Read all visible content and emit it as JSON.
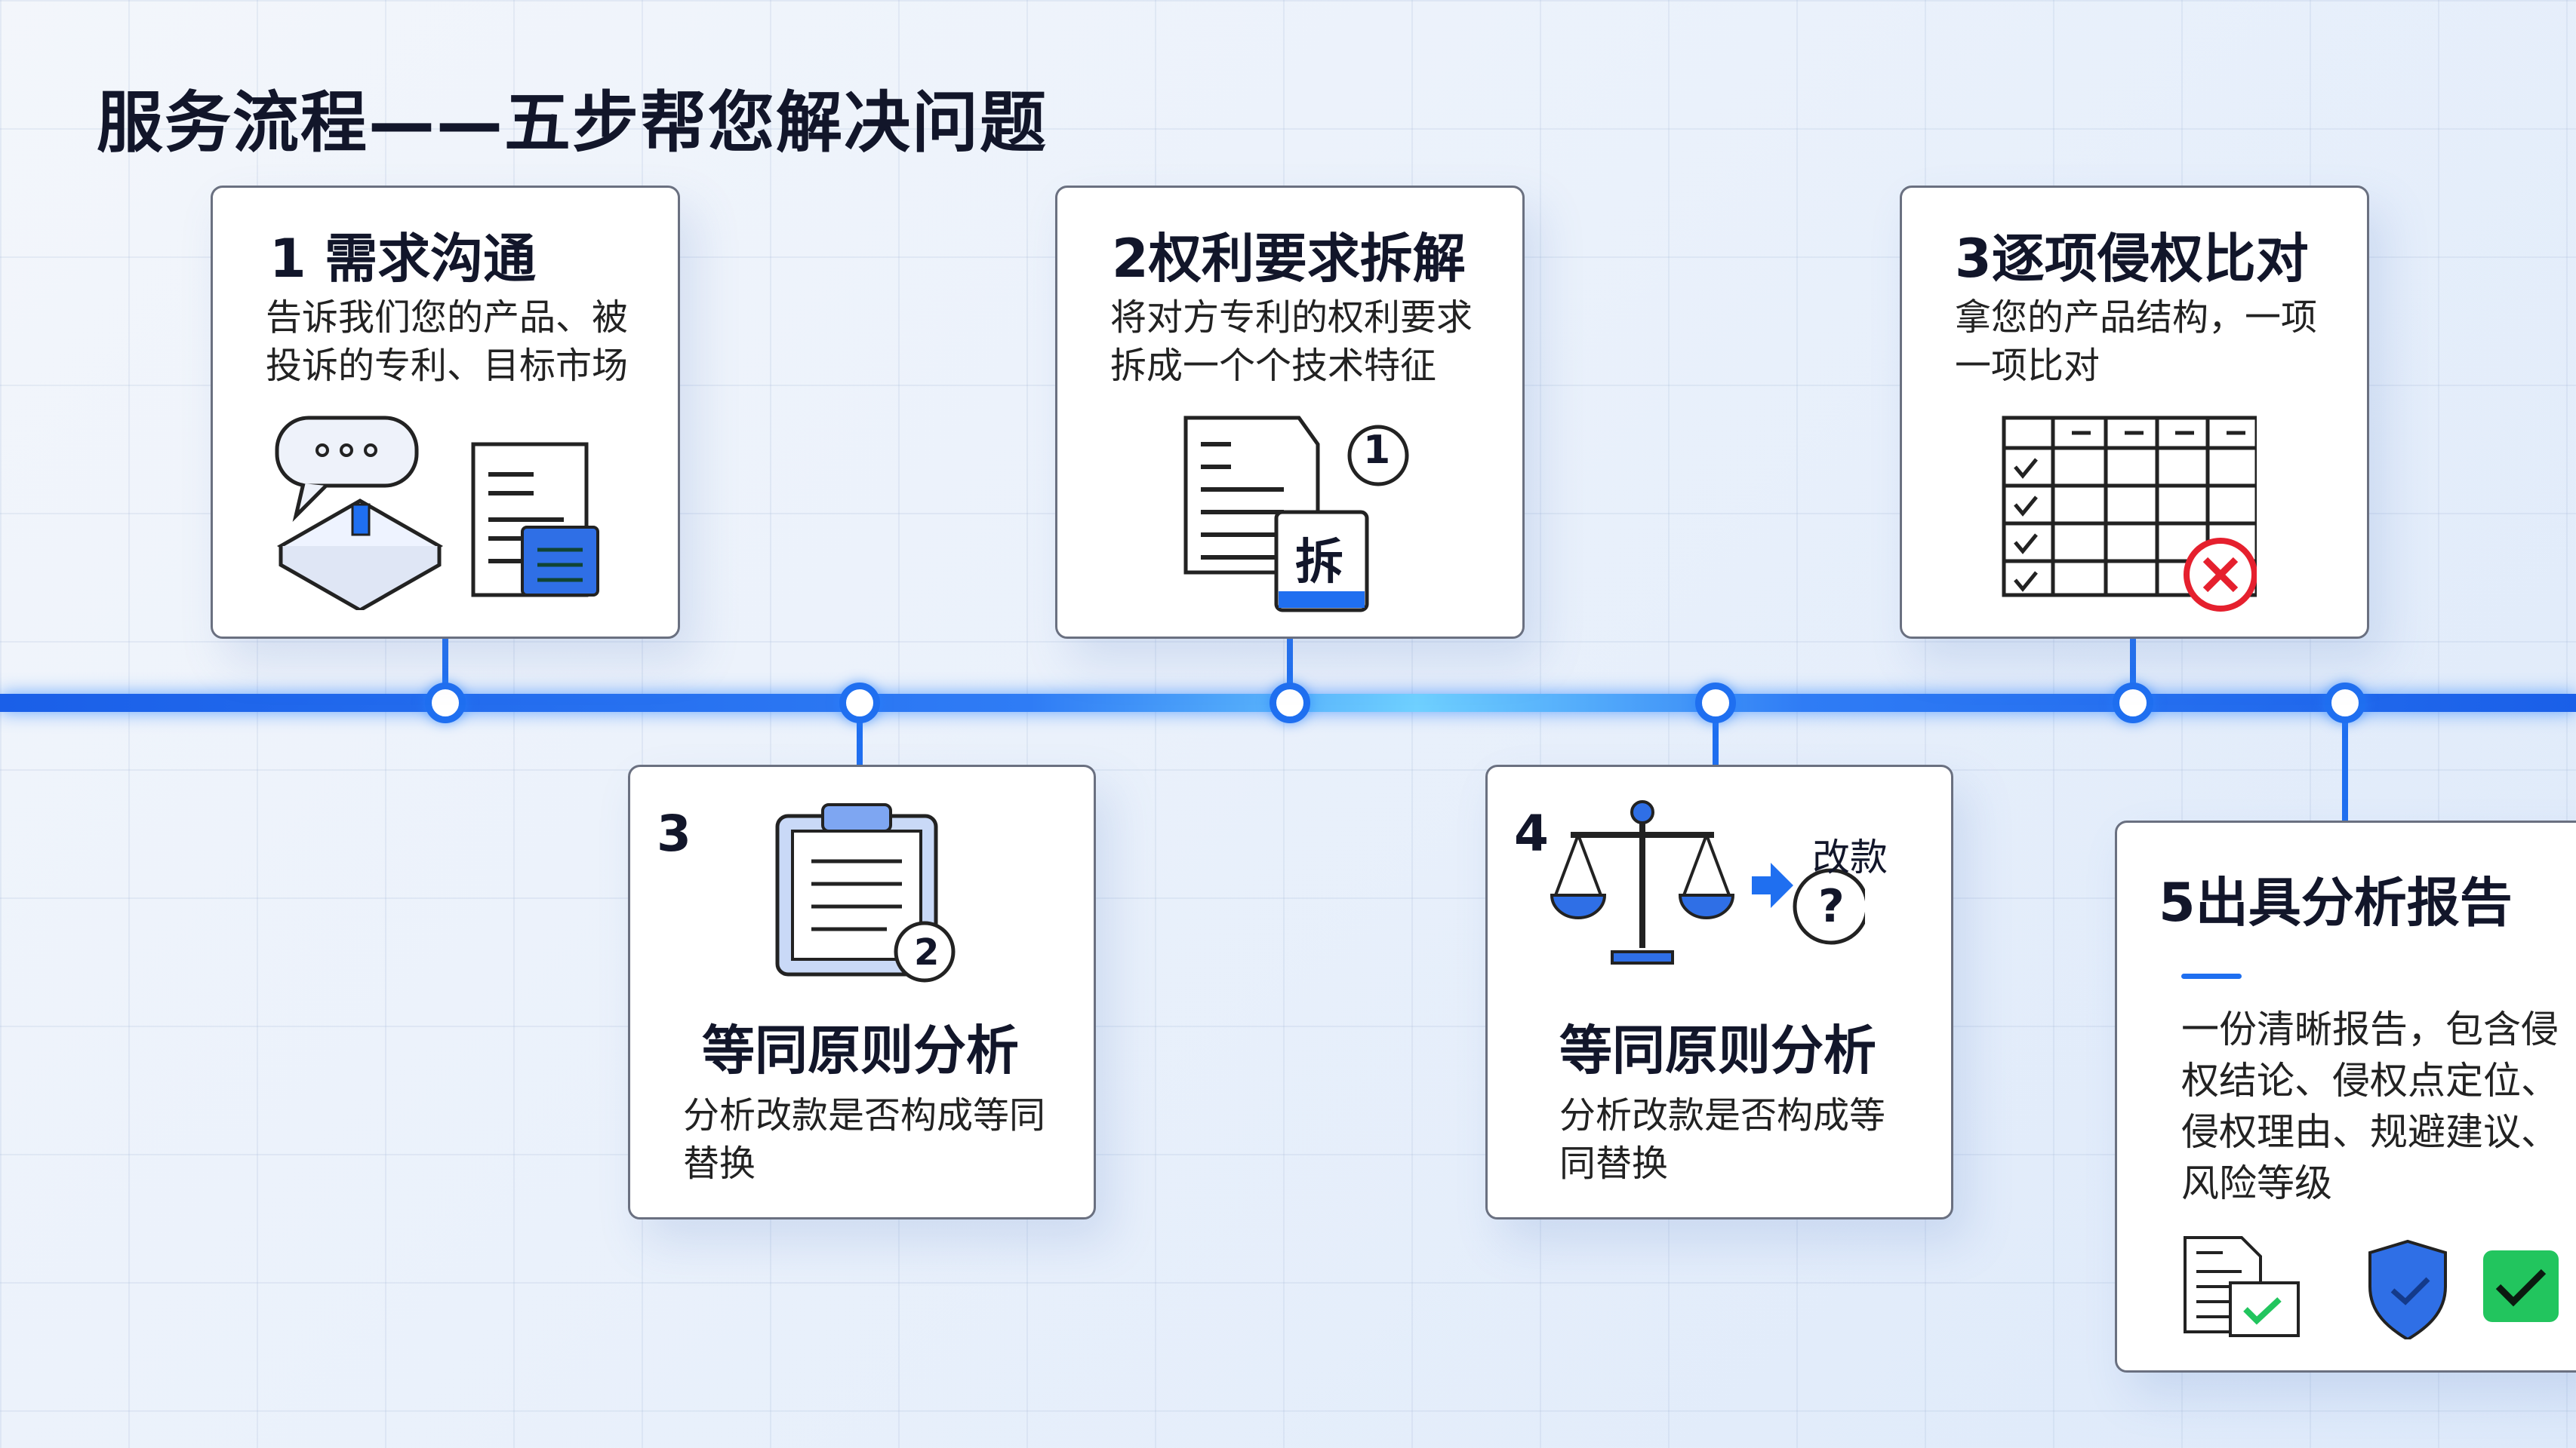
{
  "title": "服务流程——五步帮您解决问题",
  "steps": [
    {
      "heading": "1  需求沟通",
      "desc": "告诉我们您的产品、被投诉的专利、目标市场"
    },
    {
      "heading": "2权利要求拆解",
      "desc": "将对方专利的权利要求拆成一个个技术特征",
      "badge": "1",
      "stamp": "拆"
    },
    {
      "heading": "3逐项侵权比对",
      "desc": "拿您的产品结构，一项一项比对"
    },
    {
      "number": "3",
      "heading": "等同原则分析",
      "desc": "分析改款是否构成等同替换",
      "badge": "2"
    },
    {
      "number": "4",
      "heading": "等同原则分析",
      "desc": "分析改款是否构成等同替换",
      "label": "改款",
      "question": "?"
    },
    {
      "heading": "5出具分析报告",
      "desc": "一份清晰报告，包含侵权结论、侵权点定位、侵权理由、规避建议、风险等级"
    }
  ],
  "colors": {
    "accent": "#1f6ff0",
    "danger": "#e5202e",
    "success": "#22c55e"
  }
}
